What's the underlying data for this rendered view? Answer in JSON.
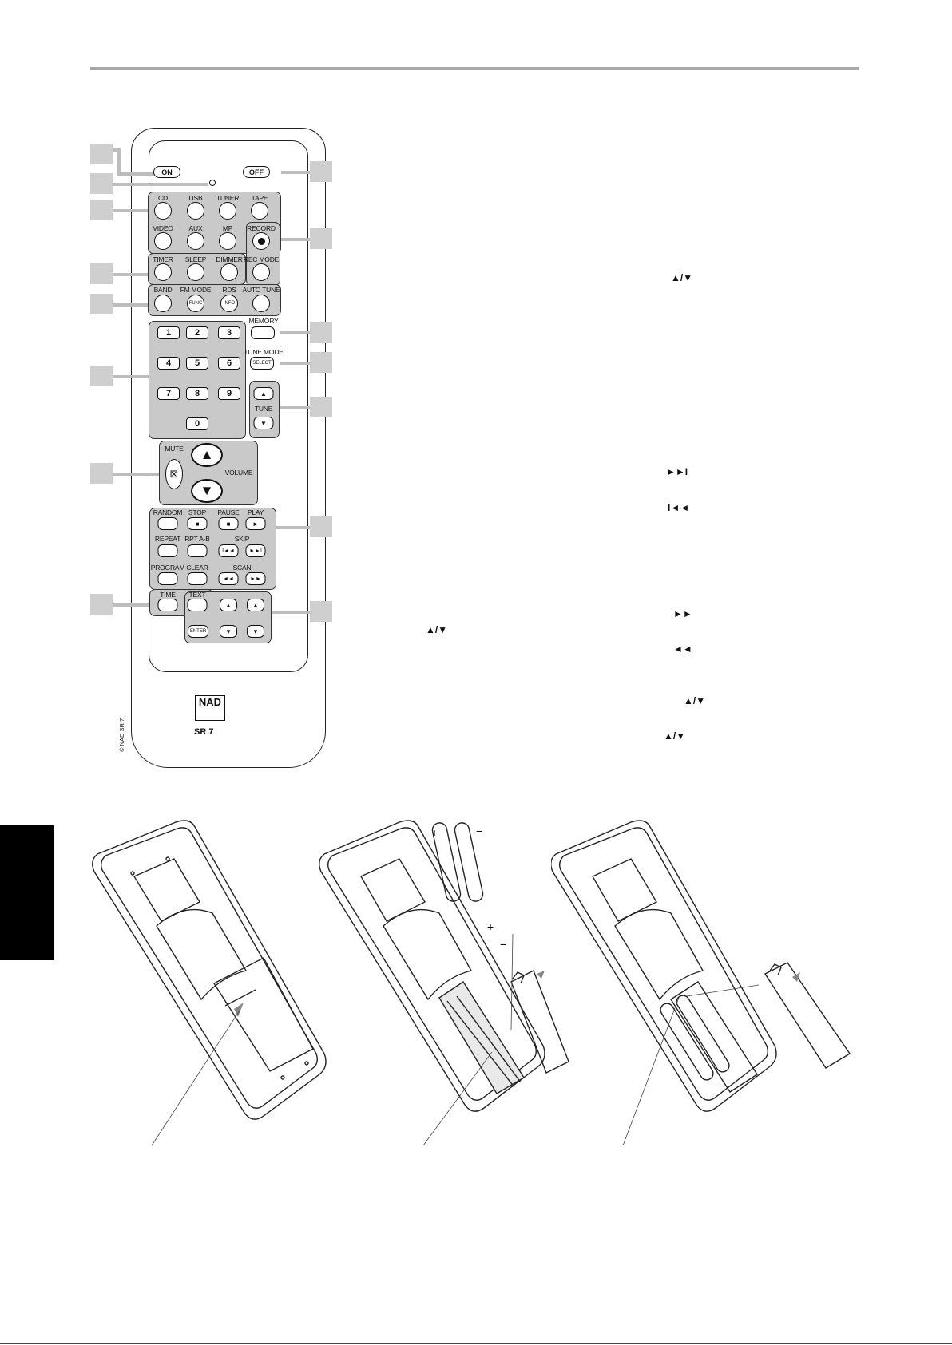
{
  "remote": {
    "on_label": "ON",
    "off_label": "OFF",
    "source_row1": [
      "CD",
      "USB",
      "TUNER",
      "TAPE"
    ],
    "source_row2": [
      "VIDEO",
      "AUX",
      "MP"
    ],
    "record_label": "RECORD",
    "function_row": [
      "TIMER",
      "SLEEP",
      "DIMMER"
    ],
    "rec_mode_label": "REC MODE",
    "tuner_row": [
      "BAND",
      "FM MODE",
      "RDS",
      "AUTO TUNE"
    ],
    "func_btn_text": "FUNC",
    "info_btn_text": "INFO",
    "memory_label": "MEMORY",
    "tune_mode_label": "TUNE MODE",
    "select_label": "SELECT",
    "keypad": [
      "1",
      "2",
      "3",
      "4",
      "5",
      "6",
      "7",
      "8",
      "9",
      "0"
    ],
    "tune_label": "TUNE",
    "mute_label": "MUTE",
    "volume_label": "VOLUME",
    "transport_row1": [
      "RANDOM",
      "STOP",
      "PAUSE",
      "PLAY"
    ],
    "transport_row2": [
      "REPEAT",
      "RPT A-B"
    ],
    "skip_label": "SKIP",
    "transport_row3": [
      "PROGRAM",
      "CLEAR"
    ],
    "scan_label": "SCAN",
    "display_row": [
      "TIME",
      "TEXT"
    ],
    "enter_label": "ENTER",
    "brand": "NAD",
    "model": "SR 7",
    "copyright": "© NAD SR 7"
  },
  "symbols": {
    "up_down": "▲/▼",
    "skip_fwd": "►►I",
    "skip_back": "I◄◄",
    "ffwd": "►►",
    "rew": "◄◄"
  },
  "battery": {
    "plus": "+",
    "minus": "−"
  }
}
